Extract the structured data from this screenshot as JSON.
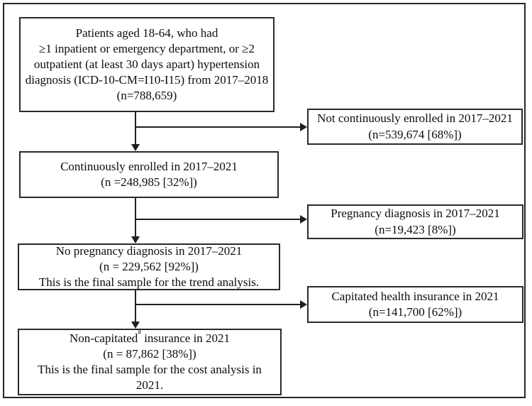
{
  "figure": {
    "description": "Patient selection flowchart for hypertension trend and cost analyses",
    "colors": {
      "background": "#ffffff",
      "line": "#1f1f1f",
      "text": "#0d0d0d"
    }
  },
  "flowchart": {
    "main_boxes": [
      {
        "id": "eligible-patients",
        "lines": [
          "Patients aged 18-64,  who had",
          "≥1 inpatient  or emergency department, or ≥2",
          "outpatient (at least 30 days apart) hypertension",
          "diagnosis (ICD-10-CM=I10-I15) from 2017–2018",
          "(n=788,659)"
        ]
      },
      {
        "id": "continuously-enrolled",
        "lines": [
          "Continuously  enrolled in 2017–2021",
          "(n =248,985  [32%])"
        ]
      },
      {
        "id": "no-pregnancy-diagnosis",
        "lines": [
          "No pregnancy diagnosis in 2017–2021",
          "(n = 229,562  [92%])",
          "This is the final sample for the trend analysis."
        ]
      },
      {
        "id": "non-capitated-insurance",
        "line1": {
          "prefix": "Non-capitated",
          "sup": "a",
          "suffix": " insurance in 2021"
        },
        "lines": [
          "(n = 87,862  [38%])",
          "This is the final sample for the cost analysis in",
          "2021."
        ]
      }
    ],
    "exclusion_boxes": [
      {
        "id": "not-continuously-enrolled",
        "lines": [
          "Not continuously  enrolled in 2017–2021",
          "(n=539,674  [68%])"
        ]
      },
      {
        "id": "pregnancy-diagnosis",
        "lines": [
          "Pregnancy diagnosis in 2017–2021",
          "(n=19,423  [8%])"
        ]
      },
      {
        "id": "capitated-health-insurance",
        "lines": [
          "Capitated health insurance in 2021",
          "(n=141,700  [62%])"
        ]
      }
    ]
  }
}
